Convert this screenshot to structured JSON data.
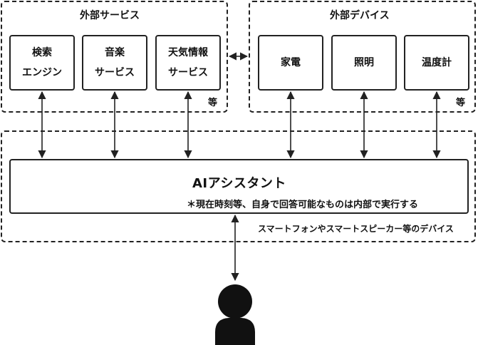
{
  "external_services": {
    "title": "外部サービス",
    "items": [
      {
        "line1": "検索",
        "line2": "エンジン"
      },
      {
        "line1": "音楽",
        "line2": "サービス"
      },
      {
        "line1": "天気情報",
        "line2": "サービス"
      }
    ],
    "etc": "等"
  },
  "external_devices": {
    "title": "外部デバイス",
    "items": [
      "家電",
      "照明",
      "温度計"
    ],
    "etc": "等"
  },
  "ai_assistant": {
    "title": "AIアシスタント",
    "note": "＊現在時刻等、自身で回答可能なものは内部で実行する"
  },
  "device_caption": "スマートフォンやスマートスピーカー等のデバイス",
  "icons": {
    "user": "user-icon"
  }
}
